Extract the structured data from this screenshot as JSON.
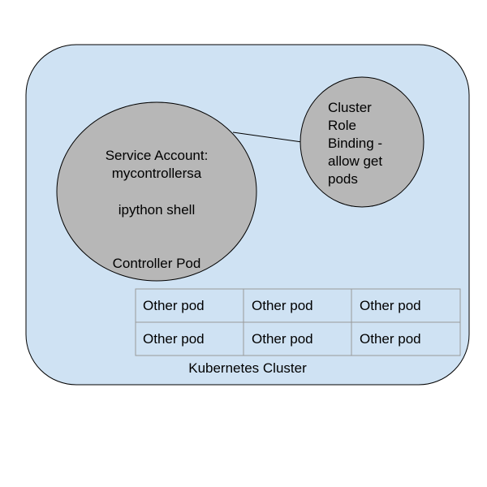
{
  "colors": {
    "cluster_fill": "#cfe2f3",
    "cluster_stroke": "#000000",
    "pod_fill": "#b7b7b7",
    "pod_stroke": "#000000",
    "grid_stroke": "#999999",
    "text": "#000000"
  },
  "cluster": {
    "label": "Kubernetes Cluster"
  },
  "controller_pod": {
    "service_account_line1": "Service Account:",
    "service_account_line2": "mycontrollersa",
    "shell": "ipython shell",
    "label": "Controller Pod"
  },
  "role_binding": {
    "lines": [
      "Cluster",
      "Role",
      "Binding -",
      "allow get",
      "pods"
    ]
  },
  "other_pods": {
    "rows": [
      [
        "Other pod",
        "Other pod",
        "Other pod"
      ],
      [
        "Other pod",
        "Other pod",
        "Other pod"
      ]
    ]
  }
}
